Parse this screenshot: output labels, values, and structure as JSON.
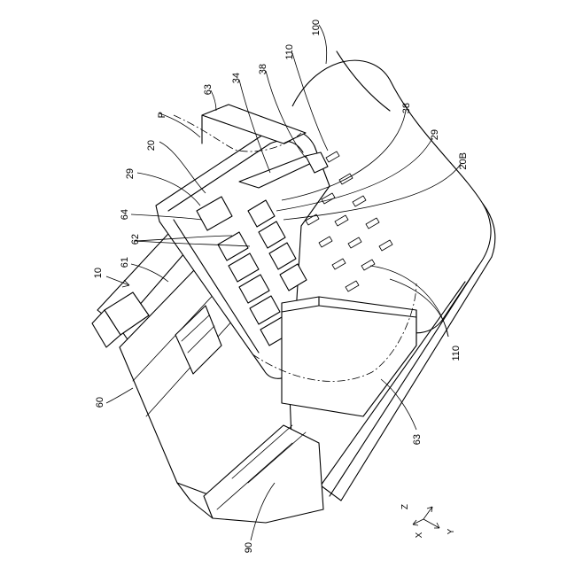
{
  "figure": {
    "labels": {
      "ref_100": "100",
      "ref_110_top": "110",
      "ref_38_top": "38",
      "ref_34": "34",
      "ref_63_top": "63",
      "ref_P": "P",
      "ref_20": "20",
      "ref_29_left": "29",
      "ref_64": "64",
      "ref_62": "62",
      "ref_61": "61",
      "ref_10": "10",
      "ref_38_right": "38",
      "ref_29_right": "29",
      "ref_20B": "20B",
      "ref_110_bottom": "110",
      "ref_63_bottom": "63",
      "ref_60": "60",
      "ref_90": "90"
    },
    "axes": {
      "z": "Z",
      "x": "X",
      "y": "Y"
    }
  }
}
